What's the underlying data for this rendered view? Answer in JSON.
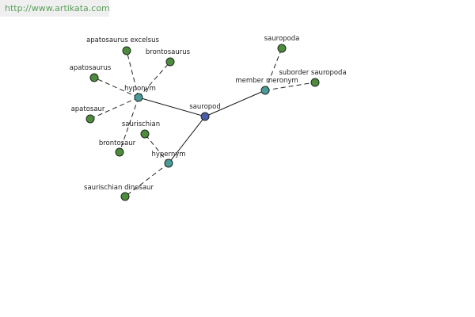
{
  "watermark": {
    "url": "http://www.artikata.com"
  },
  "colors": {
    "center_node": "#4a5aa8",
    "relation_node": "#4a9a9a",
    "term_node": "#4c8c3c"
  },
  "graph": {
    "center": {
      "label": "sauropod"
    },
    "relations": [
      {
        "id": "hyponym",
        "label": "hyponym"
      },
      {
        "id": "hypernym",
        "label": "hypernym"
      },
      {
        "id": "member-meronym",
        "label": "member meronym"
      }
    ],
    "terms": [
      {
        "id": "apatosaurus-excelsus",
        "label": "apatosaurus excelsus",
        "relation": "hyponym"
      },
      {
        "id": "brontosaurus",
        "label": "brontosaurus",
        "relation": "hyponym"
      },
      {
        "id": "apatosaurus",
        "label": "apatosaurus",
        "relation": "hyponym"
      },
      {
        "id": "apatosaur",
        "label": "apatosaur",
        "relation": "hyponym"
      },
      {
        "id": "brontosaur",
        "label": "brontosaur",
        "relation": "hyponym"
      },
      {
        "id": "saurischian",
        "label": "saurischian",
        "relation": "hypernym"
      },
      {
        "id": "saurischian-dinosaur",
        "label": "saurischian dinosaur",
        "relation": "hypernym"
      },
      {
        "id": "sauropoda",
        "label": "sauropoda",
        "relation": "member-meronym"
      },
      {
        "id": "suborder-sauropoda",
        "label": "suborder sauropoda",
        "relation": "member-meronym"
      }
    ]
  }
}
